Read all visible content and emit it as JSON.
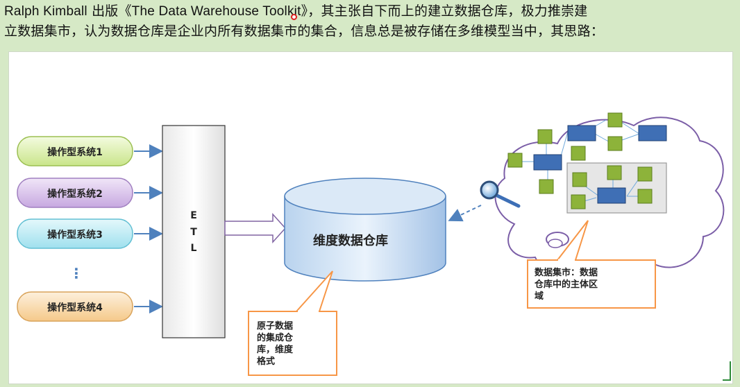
{
  "header": {
    "line1_en": "Ralph Kimball",
    "line1_cn_a": " 出版《",
    "line1_book": "The Data Warehouse Toolkit",
    "line1_cn_b": "》，其主张自下而上的建立数据仓库，极力推崇建",
    "line2": "立数据集市，认为数据仓库是企业内所有数据集市的集合，信息总是被存储在多维模型当中，其思路："
  },
  "diagram": {
    "sources": [
      {
        "label": "操作型系统1",
        "color_top": "#f4fbe0",
        "color_bottom": "#c9e58a",
        "stroke": "#9bbf52"
      },
      {
        "label": "操作型系统2",
        "color_top": "#f1e6f8",
        "color_bottom": "#c7a8e0",
        "stroke": "#a07fc0"
      },
      {
        "label": "操作型系统3",
        "color_top": "#e4f8fb",
        "color_bottom": "#9fe0ee",
        "stroke": "#62bfd3"
      },
      {
        "label": "操作型系统4",
        "color_top": "#fdf0dc",
        "color_bottom": "#f5c98a",
        "stroke": "#d9a35a"
      }
    ],
    "ellipsis": "⋮",
    "etl_letters": [
      "E",
      "T",
      "L"
    ],
    "warehouse_label": "维度数据仓库",
    "callout_warehouse": [
      "原子数据",
      "的集成仓",
      "库，维度",
      "格式"
    ],
    "callout_mart": [
      "数据集市：数据",
      "仓库中的主体区",
      "域"
    ],
    "colors": {
      "arrow": "#4f81bd",
      "callout_border": "#f79646",
      "cloud_stroke": "#7b5ea7",
      "node_green": "#8db33a",
      "node_blue": "#3f6fb5",
      "cylinder_top": "#dbe9f7",
      "cylinder_body": "#a9c8ea"
    },
    "icons": [
      "magnifier-icon"
    ]
  }
}
